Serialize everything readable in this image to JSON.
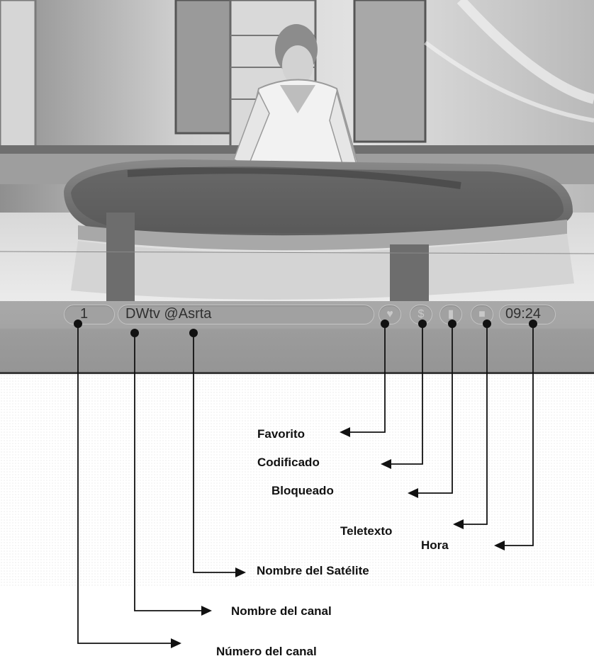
{
  "infobar": {
    "channel_number": "1",
    "channel_name": "DWtv @Asrta",
    "time": "09:24",
    "icons": {
      "favorite": "heart-icon",
      "scrambled": "dollar-icon",
      "locked": "lock-icon",
      "teletext": "teletext-icon"
    }
  },
  "labels": {
    "favorito": "Favorito",
    "codificado": "Codificado",
    "bloqueado": "Bloqueado",
    "teletexto": "Teletexto",
    "hora": "Hora",
    "satelite": "Nombre del Satélite",
    "canal": "Nombre del canal",
    "numero": "Número del canal"
  }
}
